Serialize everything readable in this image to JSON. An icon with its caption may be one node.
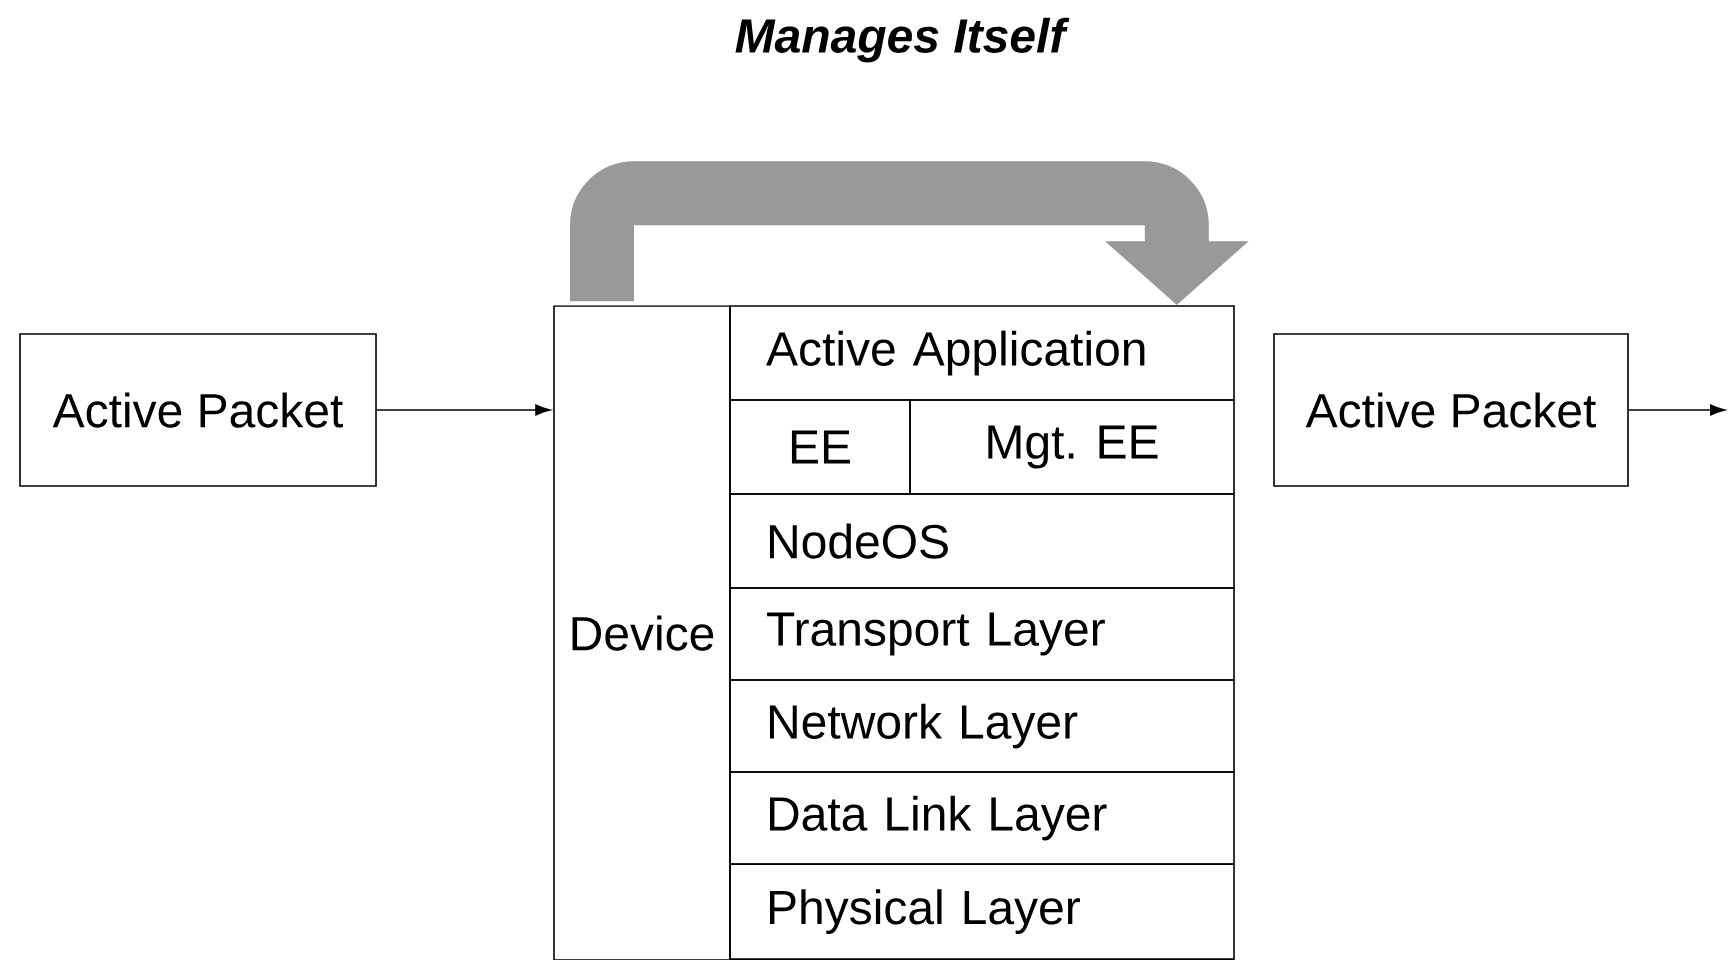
{
  "diagram": {
    "nodes": [
      {
        "text": [
          "Active Packet"
        ]
      },
      {
        "text": [
          "Device"
        ]
      },
      {
        "text": [
          "Active Application"
        ]
      },
      {
        "text": [
          "EE"
        ]
      },
      {
        "text": [
          "Mgt. EE"
        ]
      },
      {
        "text": [
          "NodeOS"
        ]
      },
      {
        "text": [
          "Transport Layer"
        ]
      },
      {
        "text": [
          "Network Layer"
        ]
      },
      {
        "text": [
          "Data Link Layer"
        ]
      },
      {
        "text": [
          "Physical Layer"
        ]
      },
      {
        "text": [
          "Active Packet"
        ]
      }
    ],
    "edges": [
      {
        "from": 0,
        "to": 1,
        "arrow": "to"
      },
      {
        "from": 10,
        "to": null,
        "arrow": "to"
      },
      {
        "from": 1,
        "to": 2,
        "arrow": "to",
        "label": "Manages Itself",
        "style": "thick",
        "color": "#999999"
      }
    ]
  }
}
